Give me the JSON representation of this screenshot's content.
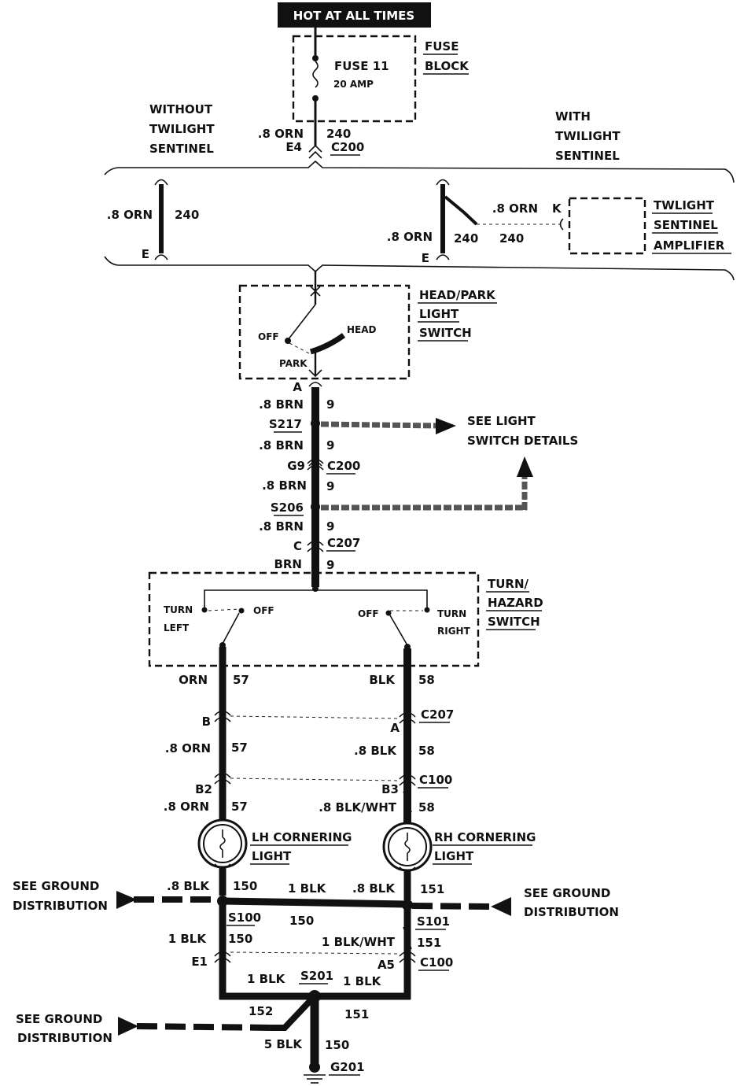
{
  "header": {
    "title": "HOT AT ALL TIMES"
  },
  "fuse_block": {
    "label_line1": "FUSE",
    "label_line2": "BLOCK",
    "fuse_name": "FUSE 11",
    "fuse_rating": "20 AMP"
  },
  "feed": {
    "wire_gauge": ".8 ORN",
    "circuit": "240",
    "terminal": "E4",
    "connector": "C200"
  },
  "without_sentinel": {
    "label_line1": "WITHOUT",
    "label_line2": "TWILIGHT",
    "label_line3": "SENTINEL",
    "wire_gauge": ".8 ORN",
    "circuit": "240",
    "terminal": "E"
  },
  "with_sentinel": {
    "label_line1": "WITH",
    "label_line2": "TWILIGHT",
    "label_line3": "SENTINEL",
    "wire_gauge": ".8 ORN",
    "circuit": "240",
    "terminal": "E",
    "amp_wire_gauge": ".8 ORN",
    "amp_circuit": "240",
    "amp_terminal": "K"
  },
  "amplifier": {
    "label_line1": "TWLIGHT",
    "label_line2": "SENTINEL",
    "label_line3": "AMPLIFIER"
  },
  "headlight_switch": {
    "label_line1": "HEAD/PARK",
    "label_line2": "LIGHT",
    "label_line3": "SWITCH",
    "off": "OFF",
    "head": "HEAD",
    "park": "PARK",
    "terminal": "A"
  },
  "main_feed": [
    {
      "gauge": ".8 BRN",
      "circuit": "9"
    },
    {
      "splice": "S217"
    },
    {
      "gauge": ".8 BRN",
      "circuit": "9"
    },
    {
      "terminal": "G9",
      "connector": "C200"
    },
    {
      "gauge": ".8 BRN",
      "circuit": "9"
    },
    {
      "splice": "S206"
    },
    {
      "gauge": ".8 BRN",
      "circuit": "9"
    },
    {
      "terminal": "C",
      "connector": "C207"
    },
    {
      "gauge": "BRN",
      "circuit": "9"
    }
  ],
  "see_light_switch": {
    "line1": "SEE LIGHT",
    "line2": "SWITCH DETAILS"
  },
  "turn_switch": {
    "label_line1": "TURN/",
    "label_line2": "HAZARD",
    "label_line3": "SWITCH",
    "left_line1": "TURN",
    "left_line2": "LEFT",
    "left_off": "OFF",
    "right_off": "OFF",
    "right_line1": "TURN",
    "right_line2": "RIGHT"
  },
  "left_branch": {
    "wire1_gauge": "ORN",
    "wire1_circuit": "57",
    "terminal1": "B",
    "wire2_gauge": ".8 ORN",
    "wire2_circuit": "57",
    "terminal2": "B2",
    "wire3_gauge": ".8 ORN",
    "wire3_circuit": "57"
  },
  "right_branch": {
    "wire1_gauge": "BLK",
    "wire1_circuit": "58",
    "terminal1": "A",
    "connector1": "C207",
    "wire2_gauge": ".8 BLK",
    "wire2_circuit": "58",
    "terminal2": "B3",
    "connector2": "C100",
    "wire3_gauge": ".8 BLK/WHT",
    "wire3_circuit": "58"
  },
  "lh_light": {
    "line1": "LH CORNERING",
    "line2": "LIGHT"
  },
  "rh_light": {
    "line1": "RH CORNERING",
    "line2": "LIGHT"
  },
  "ground_left": {
    "see_line1": "SEE GROUND",
    "see_line2": "DISTRIBUTION",
    "gauge_top": ".8 BLK",
    "circuit_top": "150",
    "splice": "S100",
    "gauge_down": "1 BLK",
    "circuit_down": "150",
    "terminal": "E1"
  },
  "ground_middle": {
    "gauge": "1 BLK",
    "circuit": "150"
  },
  "ground_right": {
    "see_line1": "SEE GROUND",
    "see_line2": "DISTRIBUTION",
    "gauge_top": ".8 BLK",
    "circuit_top": "151",
    "splice": "S101",
    "gauge_down": "1 BLK/WHT",
    "circuit_down": "151",
    "terminal": "A5",
    "connector": "C100"
  },
  "ground_bottom": {
    "left_gauge": "1 BLK",
    "splice": "S201",
    "right_gauge": "1 BLK",
    "circuit_left": "152",
    "circuit_right": "151",
    "see_line1": "SEE GROUND",
    "see_line2": "DISTRIBUTION",
    "main_gauge": "5 BLK",
    "main_circuit": "150",
    "ground": "G201"
  }
}
